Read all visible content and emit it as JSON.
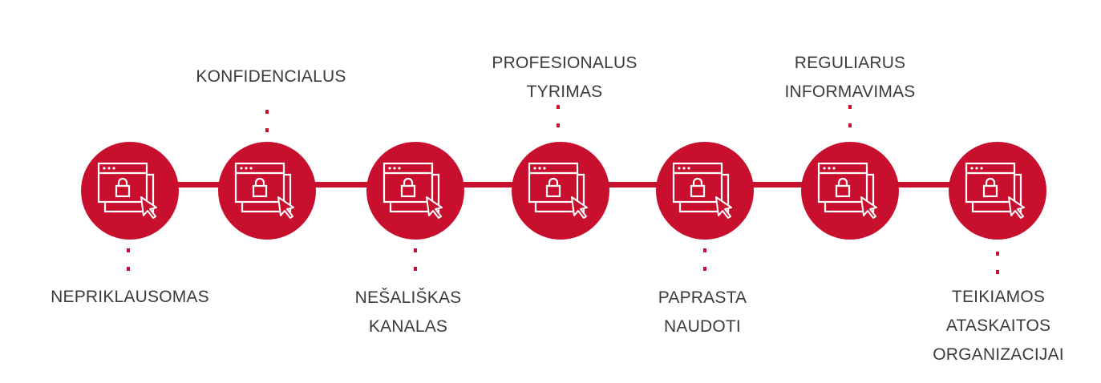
{
  "brand_color": "#c8102e",
  "text_color": "#3b3b3b",
  "icon": "browser-lock-cursor-icon",
  "steps": [
    {
      "label": "NEPRIKLAUSOMAS",
      "position": "below"
    },
    {
      "label": "KONFIDENCIALUS",
      "position": "above"
    },
    {
      "label": "NEŠALIŠKAS\nKANALAS",
      "position": "below"
    },
    {
      "label": "PROFESIONALUS\nTYRIMAS",
      "position": "above"
    },
    {
      "label": "PAPRASTA\nNAUDOTI",
      "position": "below"
    },
    {
      "label": "REGULIARUS\nINFORMAVIMAS",
      "position": "above"
    },
    {
      "label": "TEIKIAMOS\nATASKAITOS\nORGANIZACIJAI",
      "position": "below"
    }
  ]
}
